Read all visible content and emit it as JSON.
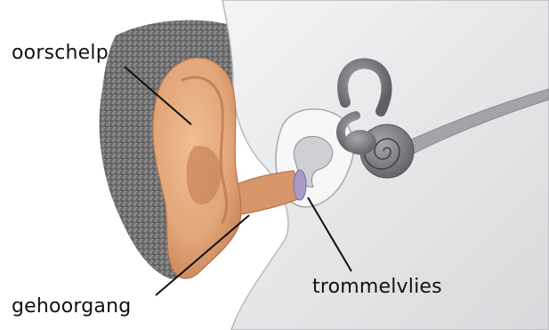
{
  "labels": {
    "oorschelp": "oorschelp",
    "gehoorgang": "gehoorgang",
    "trommelvlies": "trommelvlies"
  },
  "colors": {
    "skin": "#e2a679",
    "skin_shadow": "#b8734a",
    "hair": "#7a7a7a",
    "bone": "#e4e4e6",
    "bone_outline": "#b9b9bd",
    "eardrum": "#a99ac9",
    "inner_ear": "#808085",
    "leader_line": "#111111",
    "text": "#111111"
  }
}
